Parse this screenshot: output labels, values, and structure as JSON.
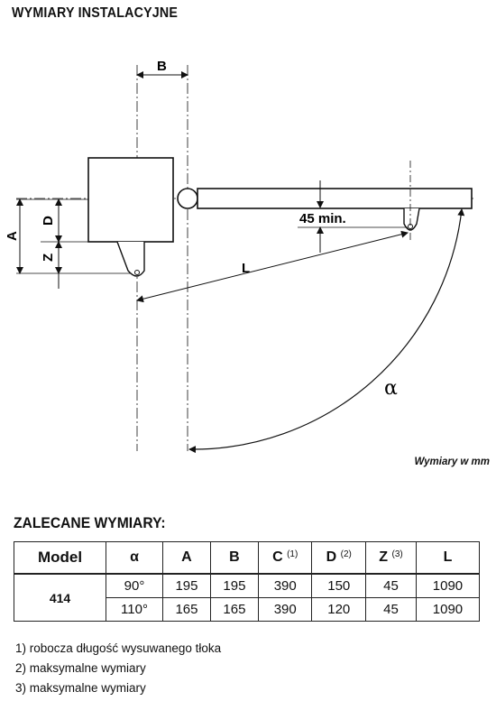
{
  "page": {
    "title": "WYMIARY INSTALACYJNE",
    "units_note": "Wymiary w mm",
    "section_title": "ZALECANE WYMIARY:"
  },
  "diagram": {
    "label_a": "A",
    "label_b": "B",
    "label_d": "D",
    "label_z": "Z",
    "label_l": "L",
    "label_alpha": "α",
    "label_min": "45 min."
  },
  "table": {
    "headers": [
      {
        "label": "Model",
        "sup": ""
      },
      {
        "label": "α",
        "sup": ""
      },
      {
        "label": "A",
        "sup": ""
      },
      {
        "label": "B",
        "sup": ""
      },
      {
        "label": "C",
        "sup": "(1)"
      },
      {
        "label": "D",
        "sup": "(2)"
      },
      {
        "label": "Z",
        "sup": "(3)"
      },
      {
        "label": "L",
        "sup": ""
      }
    ],
    "model": "414",
    "rows": [
      [
        "90°",
        "195",
        "195",
        "390",
        "150",
        "45",
        "1090"
      ],
      [
        "110°",
        "165",
        "165",
        "390",
        "120",
        "45",
        "1090"
      ]
    ]
  },
  "footnotes": [
    "1) robocza długość wysuwanego tłoka",
    "2) maksymalne wymiary",
    "3) maksymalne wymiary"
  ]
}
